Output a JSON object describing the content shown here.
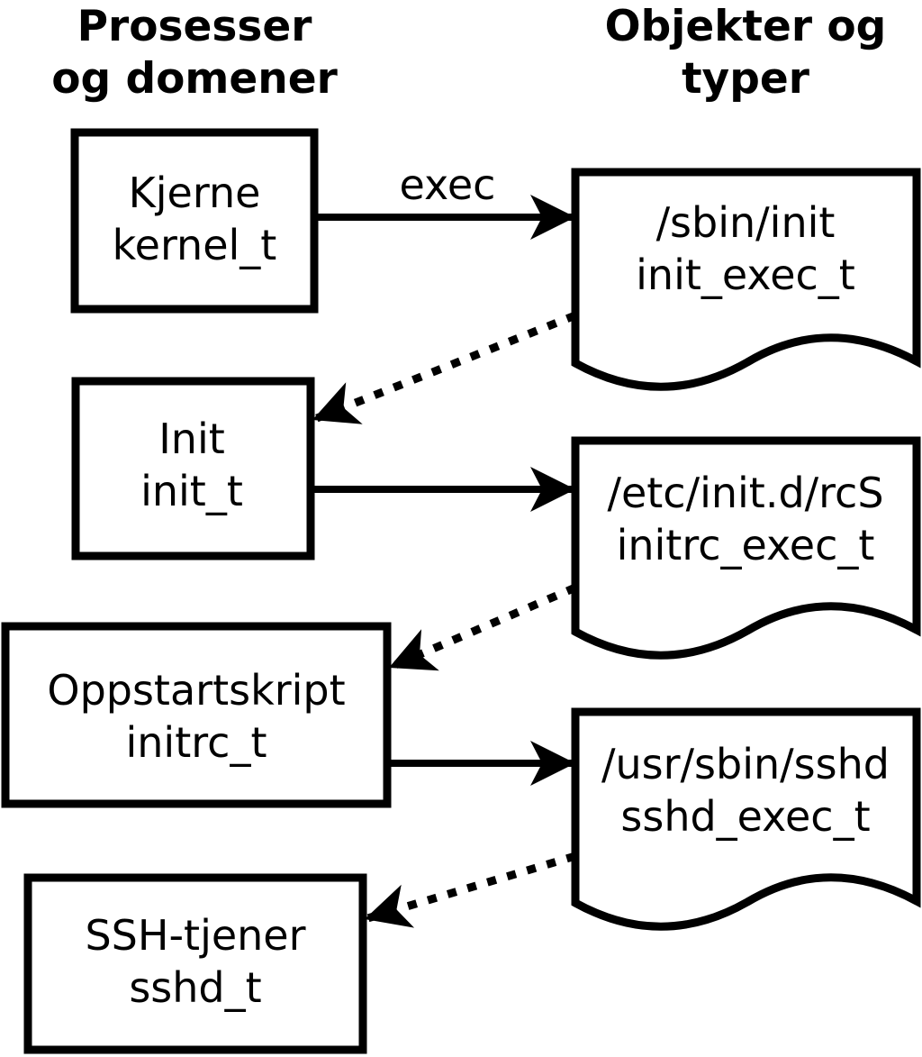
{
  "diagram": {
    "headers": {
      "left": {
        "line1": "Prosesser",
        "line2": "og domener"
      },
      "right": {
        "line1": "Objekter og",
        "line2": "typer"
      }
    },
    "processes": [
      {
        "label": "Kjerne",
        "domain": "kernel_t"
      },
      {
        "label": "Init",
        "domain": "init_t"
      },
      {
        "label": "Oppstartskript",
        "domain": "initrc_t"
      },
      {
        "label": "SSH-tjener",
        "domain": "sshd_t"
      }
    ],
    "objects": [
      {
        "path": "/sbin/init",
        "type": "init_exec_t"
      },
      {
        "path": "/etc/init.d/rcS",
        "type": "initrc_exec_t"
      },
      {
        "path": "/usr/sbin/sshd",
        "type": "sshd_exec_t"
      }
    ],
    "labels": {
      "exec": "exec"
    },
    "colors": {
      "ink": "#000000",
      "background": "#ffffff"
    }
  }
}
